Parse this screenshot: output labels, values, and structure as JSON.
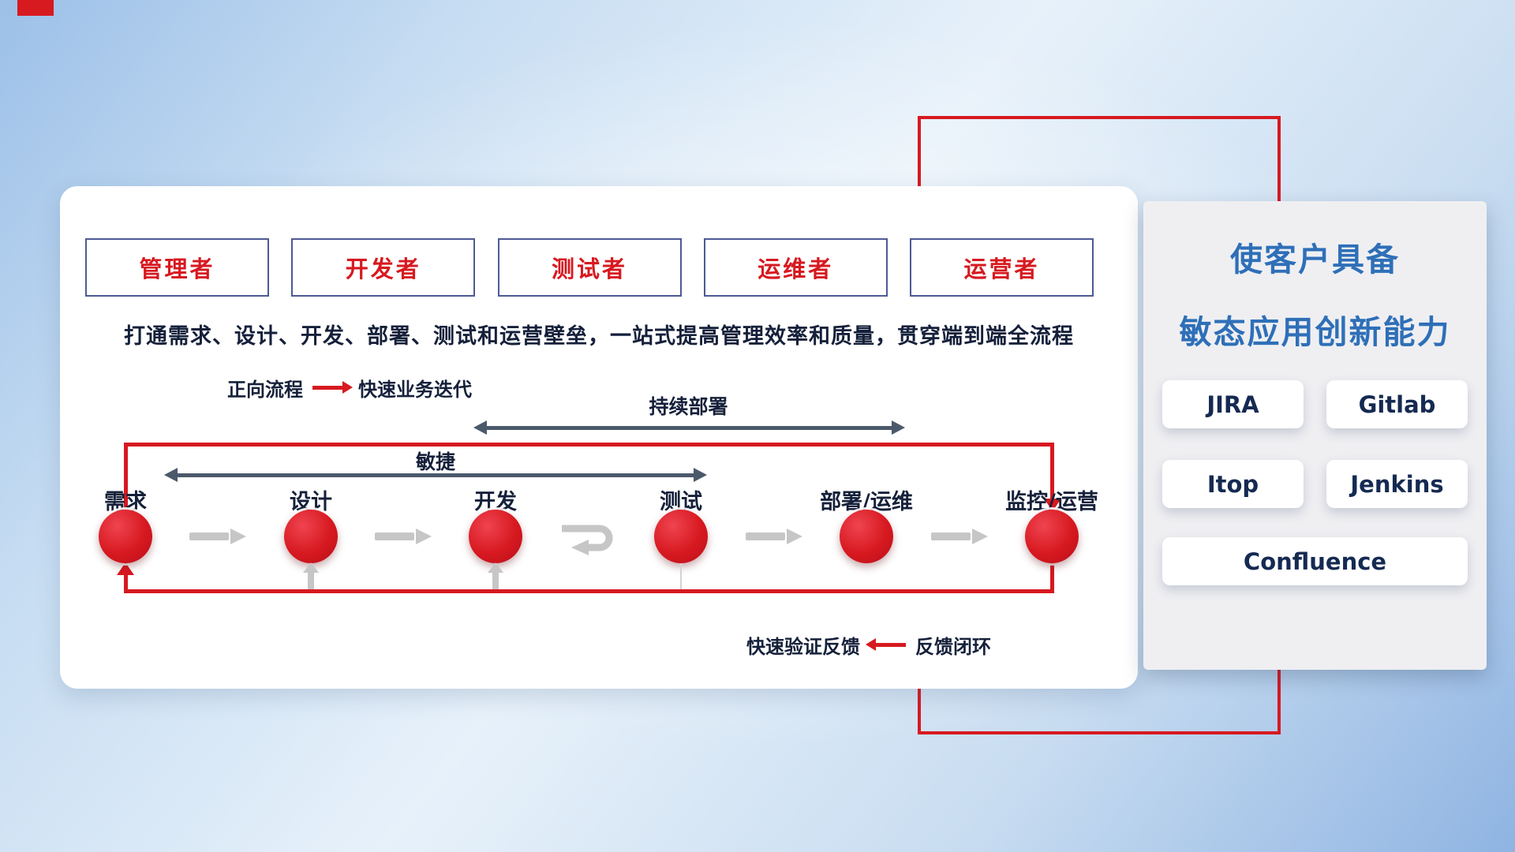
{
  "roles": [
    "管理者",
    "开发者",
    "测试者",
    "运维者",
    "运营者"
  ],
  "description": "打通需求、设计、开发、部署、测试和运营壁垒，一站式提高管理效率和质量，贯穿端到端全流程",
  "legend": {
    "forward_label": "正向流程",
    "forward_desc": "快速业务迭代",
    "feedback_desc": "快速验证反馈",
    "feedback_label": "反馈闭环"
  },
  "flow_arrows": {
    "continuous_deployment": "持续部署",
    "agile": "敏捷"
  },
  "stages": [
    "需求",
    "设计",
    "开发",
    "测试",
    "部署/运维",
    "监控/运营"
  ],
  "side_panel": {
    "title_line1": "使客户具备",
    "title_line2": "敏态应用创新能力",
    "tools": [
      "JIRA",
      "Gitlab",
      "Itop",
      "Jenkins",
      "Confluence"
    ]
  },
  "colors": {
    "red": "#d71920",
    "slate": "#4b596b",
    "title_blue": "#2e6fb8",
    "tool_text": "#152a52"
  }
}
